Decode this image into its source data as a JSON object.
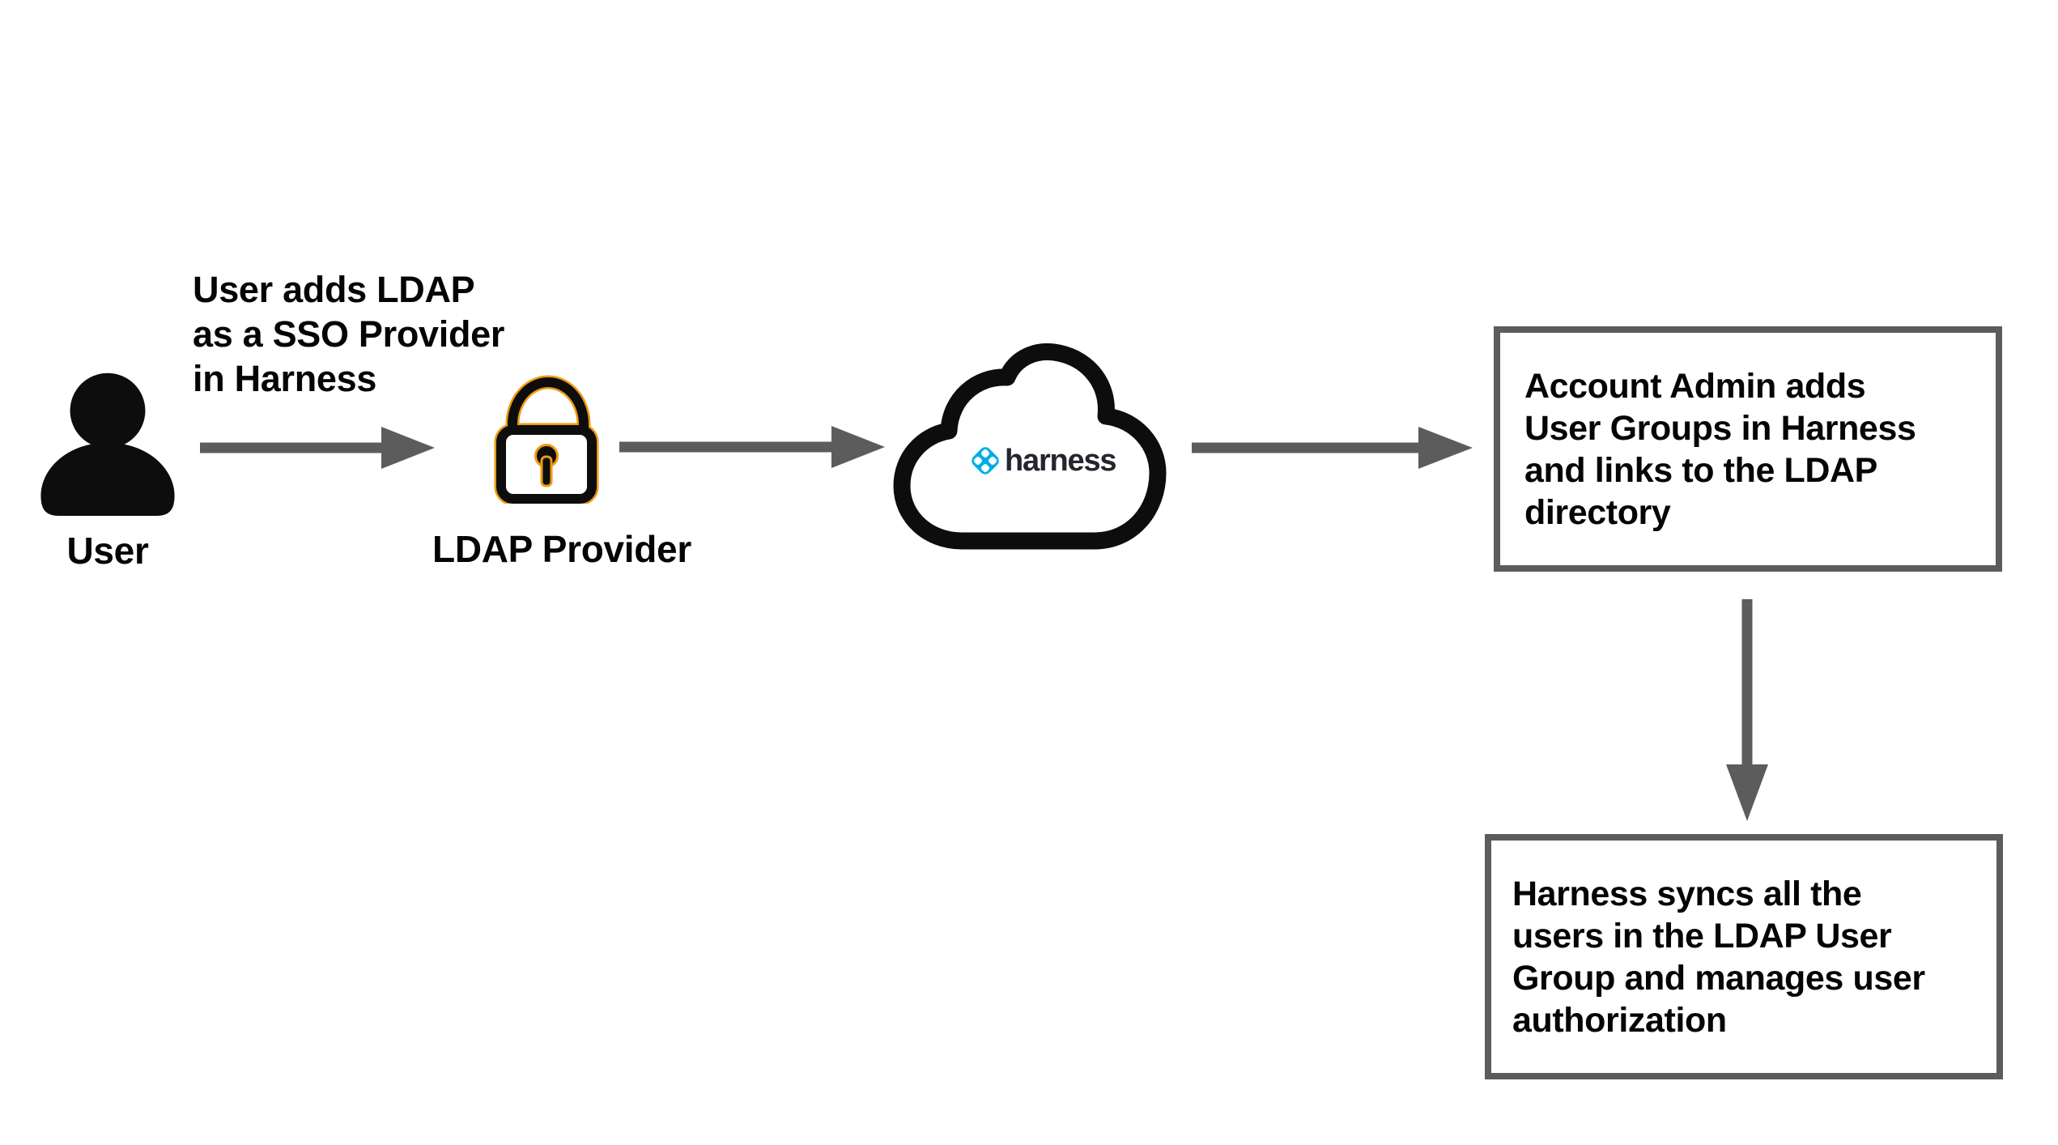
{
  "colors": {
    "text": "#050505",
    "arrow": "#5c5c5c",
    "box_border": "#5c5c5c",
    "icon_black": "#0d0d0d",
    "lock_accent": "#ee9a0c",
    "harness_blue": "#00ade4",
    "harness_text": "#24252e"
  },
  "nodes": {
    "user": {
      "label": "User"
    },
    "caption": {
      "text": "User adds LDAP\nas a SSO Provider\nin Harness"
    },
    "ldap": {
      "label": "LDAP Provider"
    },
    "cloud": {
      "logo_text": "harness"
    },
    "box1": {
      "text": "Account Admin adds\nUser Groups in Harness\nand links to the LDAP\ndirectory"
    },
    "box2": {
      "text": "Harness syncs all the\nusers in the LDAP User\nGroup and manages user\nauthorization"
    }
  }
}
